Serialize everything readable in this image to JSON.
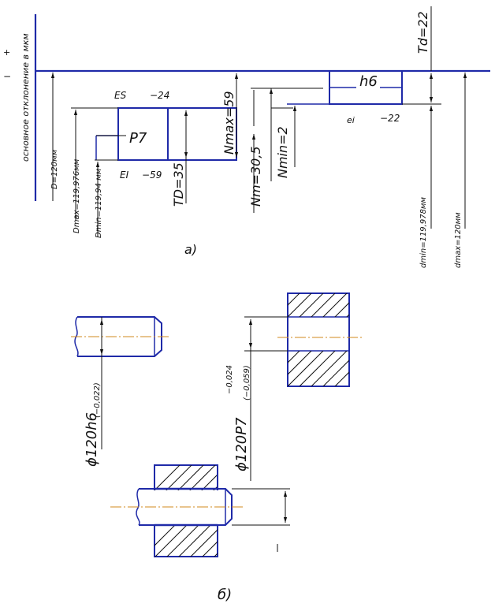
{
  "labels": {
    "plus": "+",
    "minus": "−",
    "axis_title": "основное отклонение в мкм",
    "D": "D=120мм",
    "Dmax": "Dmax=119,976мм",
    "Dmin": "Dmin=119,94 мм",
    "ES": "ES",
    "ES_val": "−24",
    "EI": "EI",
    "EI_val": "−59",
    "P7": "P7",
    "TD": "TD=35",
    "Nmax": "Nmax=59",
    "Nm": "Nm=30,5",
    "Nmin": "Nmin=2",
    "h6": "h6",
    "ei": "ei",
    "ei_val": "−22",
    "Td": "Td=22",
    "dmin": "dmin=119,978мм",
    "dmax": "dmax=120мм",
    "label_a": "а)",
    "shaft_dim": "ϕ120h6",
    "shaft_tol": "(−0,022)",
    "hole_dim": "ϕ120P7",
    "hole_tol_upper": "−0,024",
    "hole_tol_lower": "(−0,059)",
    "label_b": "б)"
  },
  "colors": {
    "outline": "#1f2aa8",
    "dimension": "#111111",
    "centerline": "#d08a1c"
  }
}
